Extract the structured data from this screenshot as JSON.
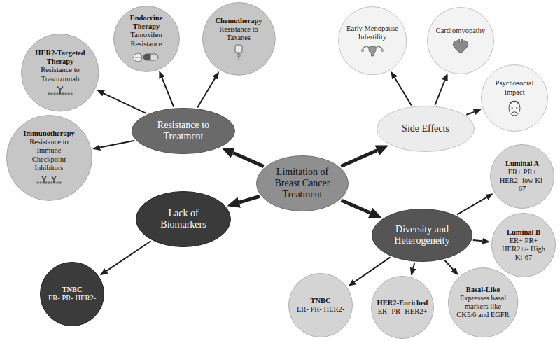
{
  "diagram": {
    "nodes": [
      {
        "text": [
          "Limitation of Breast Cancer Treatment"
        ]
      },
      {
        "text": [
          "Resistance to Treatment"
        ]
      },
      {
        "text": [
          "HER2-Targeted Therapy",
          "Resistance to Trastuzumab"
        ]
      },
      {
        "text": [
          "Endocrine Therapy",
          "Tamoxifen Resistance"
        ]
      },
      {
        "text": [
          "Chemotherapy",
          "Resistance to Taxanes"
        ]
      },
      {
        "text": [
          "Immunotherapy",
          "Resistance to Immune Checkpoint Inhibitors"
        ]
      },
      {
        "text": [
          "Side Effects"
        ]
      },
      {
        "text": [
          "Early Menopause Infertility"
        ]
      },
      {
        "text": [
          "Cardiomyopathy"
        ]
      },
      {
        "text": [
          "Psychosocial Impact"
        ]
      },
      {
        "text": [
          "Lack of Biomarkers"
        ]
      },
      {
        "text": [
          "TNBC",
          "ER- PR- HER2-"
        ]
      },
      {
        "text": [
          "Diversity and Heterogeneity"
        ]
      },
      {
        "text": [
          "Luminal A",
          "ER+ PR+ HER2- low Ki-67"
        ]
      },
      {
        "text": [
          "Luminal B",
          "ER+ PR+ HER2+/- High Ki-67"
        ]
      },
      {
        "text": [
          "Basal-Like",
          "Expresses basal markers like CK5/6 and EGFR"
        ]
      },
      {
        "text": [
          "HER2-Enriched",
          "ER- PR- HER2+"
        ]
      },
      {
        "text": [
          "TNBC",
          "ER- PR- HER2-"
        ]
      }
    ],
    "edges": [
      {
        "from": 0,
        "to": 1,
        "arrow": "to"
      },
      {
        "from": 0,
        "to": 6,
        "arrow": "to"
      },
      {
        "from": 0,
        "to": 10,
        "arrow": "to"
      },
      {
        "from": 0,
        "to": 12,
        "arrow": "to"
      },
      {
        "from": 1,
        "to": 2,
        "arrow": "to"
      },
      {
        "from": 1,
        "to": 3,
        "arrow": "to"
      },
      {
        "from": 1,
        "to": 4,
        "arrow": "to"
      },
      {
        "from": 1,
        "to": 5,
        "arrow": "to"
      },
      {
        "from": 6,
        "to": 7,
        "arrow": "to"
      },
      {
        "from": 6,
        "to": 8,
        "arrow": "to"
      },
      {
        "from": 6,
        "to": 9,
        "arrow": "to"
      },
      {
        "from": 10,
        "to": 11,
        "arrow": "to"
      },
      {
        "from": 12,
        "to": 13,
        "arrow": "to"
      },
      {
        "from": 12,
        "to": 14,
        "arrow": "to"
      },
      {
        "from": 12,
        "to": 15,
        "arrow": "to"
      },
      {
        "from": 12,
        "to": 16,
        "arrow": "to"
      },
      {
        "from": 12,
        "to": 17,
        "arrow": "to"
      }
    ]
  }
}
